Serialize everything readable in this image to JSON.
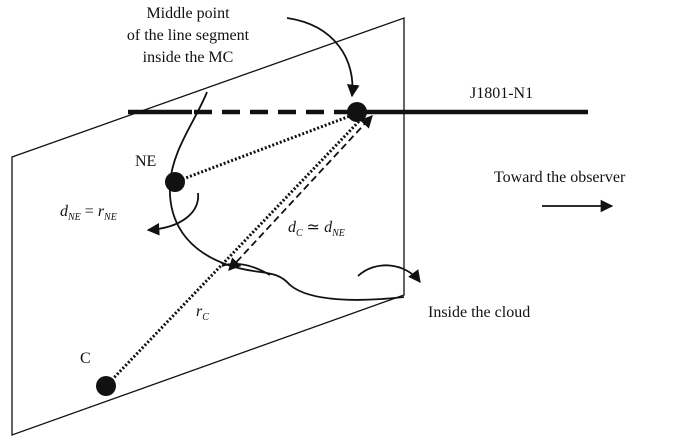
{
  "labels": {
    "middle_point_line1": "Middle point",
    "middle_point_line2": "of the line segment",
    "middle_point_line3": "inside the MC",
    "source": "J1801-N1",
    "ne": "NE",
    "c": "C",
    "toward_observer": "Toward the observer",
    "inside_cloud": "Inside the cloud"
  },
  "math": {
    "d_ne_eq": {
      "d": "d",
      "d_sub": "NE",
      "op": " = ",
      "r": "r",
      "r_sub": "NE"
    },
    "d_c_sim": {
      "d": "d",
      "d_sub": "C",
      "op": " ≃ ",
      "d2": "d",
      "d2_sub": "NE"
    },
    "r_c": {
      "r": "r",
      "r_sub": "C"
    }
  }
}
